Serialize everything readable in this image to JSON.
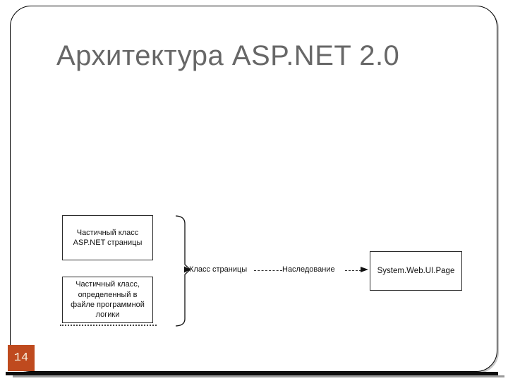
{
  "colors": {
    "accent": "#bf4a1e",
    "title-color": "#676767"
  },
  "slide": {
    "title": "Архитектура ASP.NET 2.0",
    "page_number": "14"
  },
  "diagram": {
    "partial_class_page_box": "Частичный класс\nASP.NET страницы",
    "partial_class_codebehind_box": "Частичный класс,\nопределенный в\nфайле программной\nлогики",
    "page_class_label": "Класс страницы",
    "inheritance_label": "Наследование",
    "base_class_box": "System.Web.UI.Page"
  }
}
